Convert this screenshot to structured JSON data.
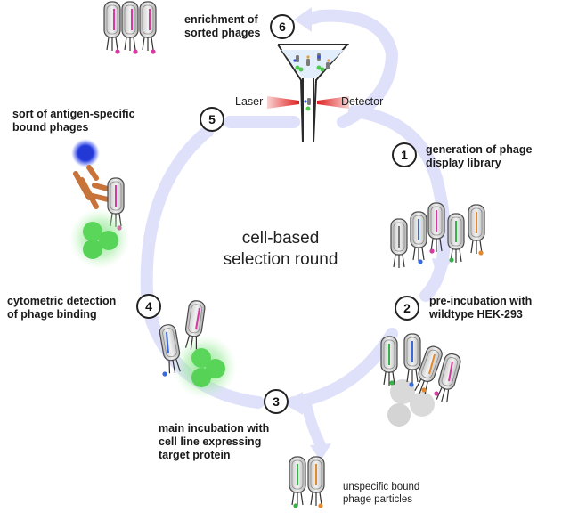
{
  "center_label": "cell-based\nselection round",
  "steps": [
    {
      "number": "1",
      "label": "generation of phage\ndisplay library"
    },
    {
      "number": "2",
      "label": "pre-incubation with\nwildtype HEK-293"
    },
    {
      "number": "3",
      "label": "main incubation with\ncell line expressing\ntarget protein"
    },
    {
      "number": "4",
      "label": "cytometric detection\nof phage binding"
    },
    {
      "number": "5",
      "label": "sort of antigen-specific\nbound phages"
    },
    {
      "number": "6",
      "label": "enrichment of\nsorted phages"
    }
  ],
  "instrument": {
    "laser": "Laser",
    "detector": "Detector"
  },
  "side_branch": "unspecific bound\nphage particles",
  "colors": {
    "cycle_arrow": "#dfe1fb",
    "phage_body": "#cfcfcf",
    "cell_green": "#5ad65a",
    "cell_grey": "#d9d9d9",
    "antibody": "#c8733a",
    "antigen_blue": "#2438d6",
    "laser_red": "#e02020"
  }
}
